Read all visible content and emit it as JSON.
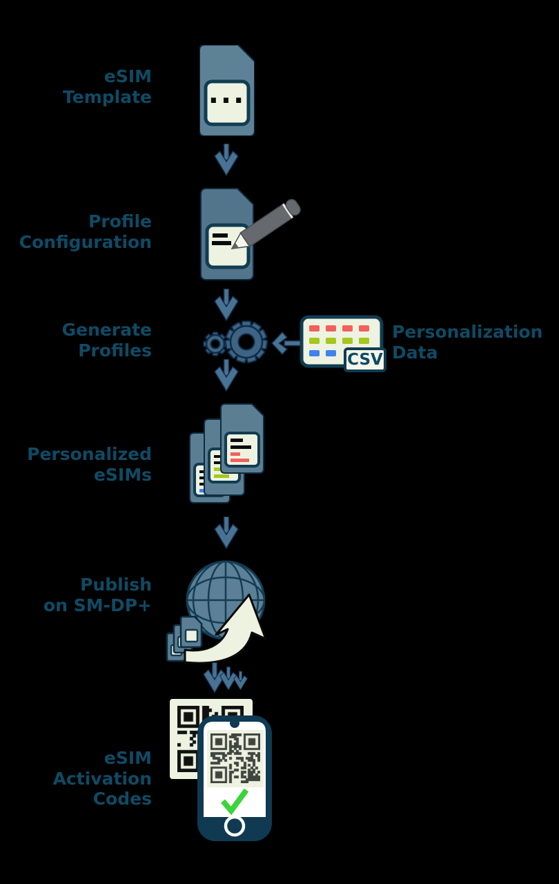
{
  "background": "#000000",
  "palette": {
    "bg": "#000000",
    "label_text": "#104a64",
    "arrow_fill": "#4a7292",
    "arrow_outline": "#12304d",
    "card_body": "#5d8296",
    "card_body_dark": "#53758b",
    "stack_card_body": "#5b7e92",
    "panel_cream": "#eef2e0",
    "panel_border": "#113c52",
    "gear_fill": "#3e6384",
    "gear_outline": "#0f2d47",
    "pencil_gray": "#66696d",
    "csv_red": "#f2605c",
    "csv_green": "#a4c81c",
    "csv_blue": "#3e82f0",
    "globe_fill": "#5b8097",
    "globe_line": "#143c52",
    "curved_arrow_cream": "#eef2e0",
    "phone_navy": "#0f3a52",
    "check_green": "#3bd43b",
    "qr_black": "#111111",
    "qr_screen_dark": "#3f453f"
  },
  "steps": [
    {
      "label_lines": [
        "eSIM",
        "Template"
      ],
      "icon": "sim-card-template-icon"
    },
    {
      "label_lines": [
        "Profile",
        "Configuration"
      ],
      "icon": "sim-card-edit-icon"
    },
    {
      "label_lines": [
        "Generate",
        "Profiles"
      ],
      "icon": "gears-icon"
    },
    {
      "label_lines": [
        "Personalized",
        "eSIMs"
      ],
      "icon": "sim-card-stack-icon"
    },
    {
      "label_lines": [
        "Publish",
        "on SM-DP+"
      ],
      "icon": "globe-publish-icon"
    },
    {
      "label_lines": [
        "eSIM",
        "Activation",
        "Codes"
      ],
      "icon": "qr-phone-icon"
    }
  ],
  "side_input": {
    "label_lines": [
      "Personalization",
      "Data"
    ],
    "badge_label": "CSV",
    "icon": "csv-file-icon"
  },
  "sim_template_dots": "..."
}
